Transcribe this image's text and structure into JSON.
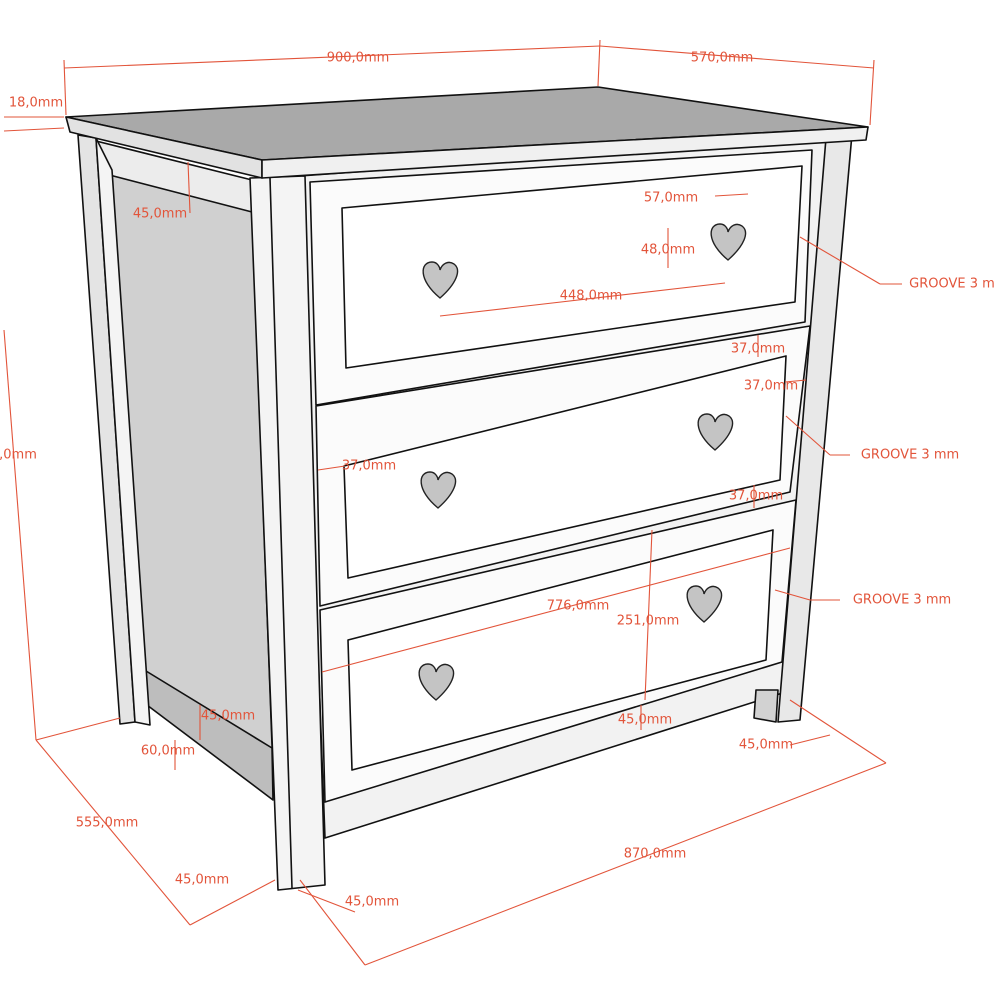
{
  "colors": {
    "dimension": "#e2543a",
    "top_surface": "#a9a9a9",
    "side_panel": "#d0d0d0",
    "frame": "#ececec",
    "knob": "#c4c4c4"
  },
  "dimensions": {
    "overall_width": "900,0mm",
    "overall_depth": "570,0mm",
    "top_thickness": "18,0mm",
    "side_rail_height": "45,0mm",
    "knob_width": "57,0mm",
    "knob_height": "48,0mm",
    "knob_spacing": "448,0mm",
    "drawer_gap_top": "37,0mm",
    "drawer_gap_right": "37,0mm",
    "drawer_gap_left": "37,0mm",
    "overall_height_partial": ",0mm",
    "drawer_gap_middle": "37,0mm",
    "drawer_width": "776,0mm",
    "drawer_height": "251,0mm",
    "bottom_rail_side": "45,0mm",
    "foot_offset": "60,0mm",
    "bottom_rail_front": "45,0mm",
    "right_leg": "45,0mm",
    "base_depth": "555,0mm",
    "base_width": "870,0mm",
    "left_leg_side": "45,0mm",
    "left_leg_front": "45,0mm"
  },
  "callouts": {
    "groove_top": "GROOVE 3 m",
    "groove_middle": "GROOVE 3 mm",
    "groove_bottom": "GROOVE 3 mm"
  },
  "icons": {
    "knob": "heart-knob-icon"
  }
}
